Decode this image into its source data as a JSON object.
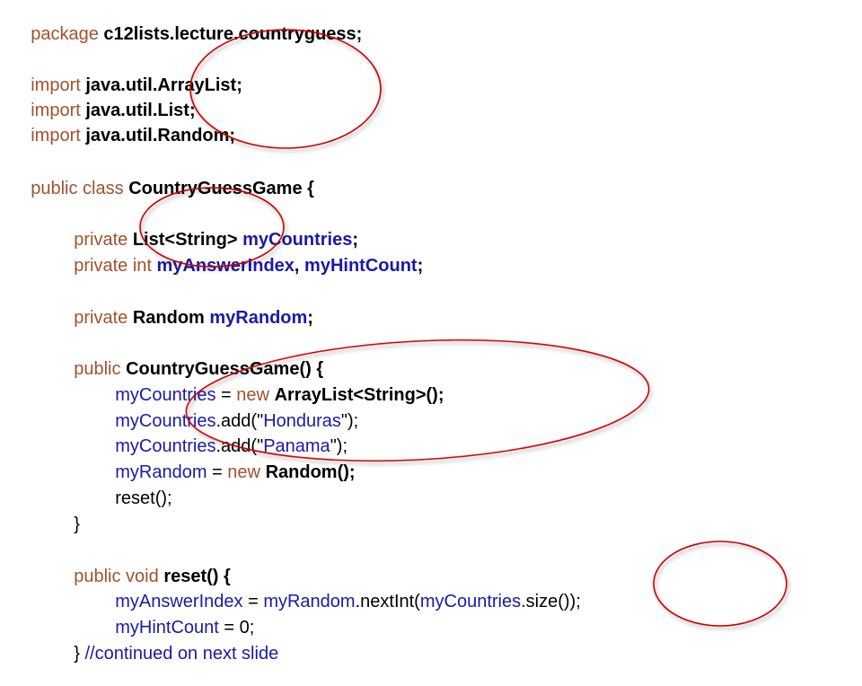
{
  "colors": {
    "keyword": "#a0522d",
    "identifier": "#1a1aa6",
    "plain": "#000000",
    "circle": "#cc0000"
  },
  "code": {
    "l01": [
      "package",
      " ",
      "c12lists.lecture.countryguess;"
    ],
    "l02": [
      "import",
      " ",
      "java.util.ArrayList;"
    ],
    "l03": [
      "import",
      " ",
      "java.util.List;"
    ],
    "l04": [
      "import",
      " ",
      "java.util.Random;"
    ],
    "l05": [
      "public class",
      " ",
      "CountryGuessGame {"
    ],
    "l06": [
      "private",
      " ",
      "List<String>",
      " ",
      "myCountries",
      ";"
    ],
    "l07": [
      "private int",
      " ",
      "myAnswerIndex",
      ", ",
      "myHintCount",
      ";"
    ],
    "l08": [
      "private",
      " ",
      "Random",
      " ",
      "myRandom",
      ";"
    ],
    "l09": [
      "public",
      " ",
      "CountryGuessGame() {"
    ],
    "l10": [
      "myCountries",
      " = ",
      "new",
      " ",
      "ArrayList<String>();"
    ],
    "l11": [
      "myCountries",
      ".add(\"",
      "Honduras",
      "\");"
    ],
    "l12": [
      "myCountries",
      ".add(\"",
      "Panama",
      "\");"
    ],
    "l13": [
      "myRandom",
      " = ",
      "new",
      " ",
      "Random();"
    ],
    "l14": [
      "reset();"
    ],
    "l15": [
      "}"
    ],
    "l16": [
      "public void",
      " ",
      "reset() {"
    ],
    "l17": [
      "myAnswerIndex",
      " = ",
      "myRandom",
      ".nextInt(",
      "myCountries",
      ".size());"
    ],
    "l18": [
      "myHintCount",
      " = 0;"
    ],
    "l19": [
      "} ",
      "//continued on next slide"
    ]
  }
}
